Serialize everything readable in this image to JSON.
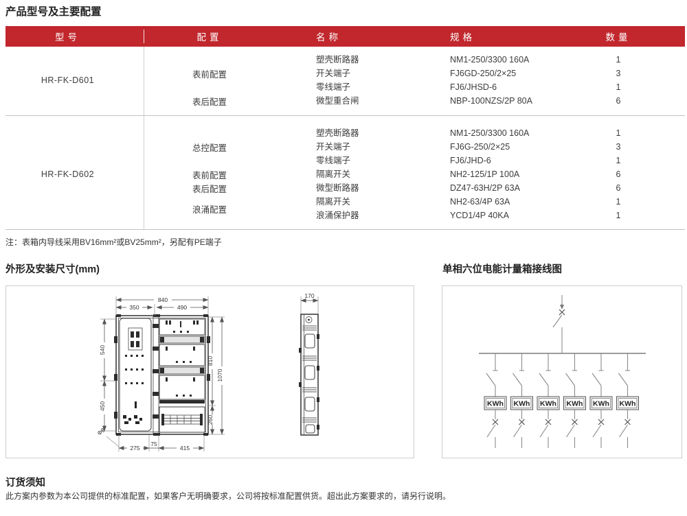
{
  "page": {
    "title": "产品型号及主要配置",
    "note": "注：表箱内导线采用BV16mm²或BV25mm²，另配有PE端子"
  },
  "sections": {
    "dimensions_title": "外形及安装尺寸(mm)",
    "wiring_title": "单相六位电能计量箱接线图",
    "ordering_title": "订货须知",
    "ordering_text": "此方案内参数为本公司提供的标准配置，如果客户无明确要求，公司将按标准配置供货。超出此方案要求的，请另行说明。"
  },
  "table": {
    "headers": [
      "型号",
      "配置",
      "名称",
      "规格",
      "数量"
    ],
    "groups": [
      {
        "model": "HR-FK-D601",
        "configs": [
          {
            "label": "表前配置",
            "rows": 3
          },
          {
            "label": "表后配置",
            "rows": 1
          }
        ],
        "items": [
          {
            "name": "塑壳断路器",
            "spec": "NM1-250/3300 160A",
            "qty": "1"
          },
          {
            "name": "开关端子",
            "spec": "FJ6GD-250/2×25",
            "qty": "3"
          },
          {
            "name": "零线端子",
            "spec": "FJ6/JHSD-6",
            "qty": "1"
          },
          {
            "name": "微型重合闸",
            "spec": "NBP-100NZS/2P 80A",
            "qty": "6"
          }
        ]
      },
      {
        "model": "HR-FK-D602",
        "configs": [
          {
            "label": "总控配置",
            "rows": 3
          },
          {
            "label": "表前配置",
            "rows": 1
          },
          {
            "label": "表后配置",
            "rows": 1
          },
          {
            "label": "浪涌配置",
            "rows": 2
          }
        ],
        "items": [
          {
            "name": "塑壳断路器",
            "spec": "NM1-250/3300 160A",
            "qty": "1"
          },
          {
            "name": "开关端子",
            "spec": "FJ6G-250/2×25",
            "qty": "3"
          },
          {
            "name": "零线端子",
            "spec": "FJ6/JHD-6",
            "qty": "1"
          },
          {
            "name": "隔离开关",
            "spec": "NH2-125/1P 100A",
            "qty": "6"
          },
          {
            "name": "微型断路器",
            "spec": "DZ47-63H/2P 63A",
            "qty": "6"
          },
          {
            "name": "隔离开关",
            "spec": "NH2-63/4P 63A",
            "qty": "1"
          },
          {
            "name": "浪涌保护器",
            "spec": "YCD1/4P 40KA",
            "qty": "1"
          }
        ]
      }
    ]
  },
  "dims": {
    "total_w": "840",
    "left_w": "350",
    "right_w": "490",
    "upper_h": "540",
    "lower_h": "450",
    "inner_h": "810",
    "total_h": "1070",
    "bottom_h": "260",
    "foot_left": "275",
    "foot_mid": "75",
    "foot_right": "415",
    "hole": "Φ8",
    "depth": "170"
  },
  "wiring": {
    "meter_label": "KWh"
  },
  "colors": {
    "header_bg": "#c1272d",
    "header_text": "#ffffff"
  }
}
